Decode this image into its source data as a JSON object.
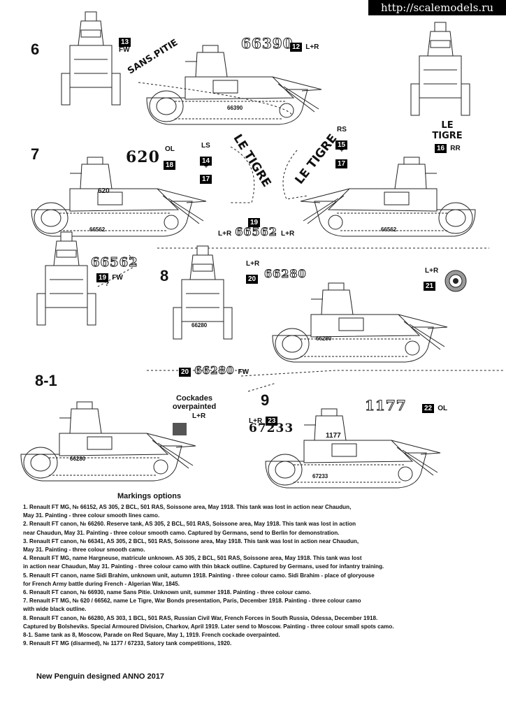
{
  "watermark": "http://scalemodels.ru",
  "sections": {
    "s6": "6",
    "s7": "7",
    "s8": "8",
    "s81": "8-1",
    "s9": "9"
  },
  "decals": {
    "d13": "13",
    "fw": "FW",
    "sans_pitie": "SANS.PITIE",
    "n66390": "66390",
    "d12": "12",
    "lr": "L+R",
    "hull_66390": "66390",
    "le_tigre": "LE TIGRE",
    "d16": "16",
    "rr": "RR",
    "n620": "620",
    "ol": "OL",
    "d18": "18",
    "ls": "LS",
    "d14": "14",
    "plus": "+",
    "d17": "17",
    "le_tigre_big": "LE TIGRE",
    "rs": "RS",
    "d15": "15",
    "d17b": "17",
    "d19": "19",
    "n66562": "66562",
    "hull_66562": "66562",
    "hull_620": "620",
    "fw_q": "?",
    "d19b": "19",
    "n66562b": "66562",
    "d20": "20",
    "n66280": "66280",
    "d21": "21",
    "hull_66280": "66280",
    "d20b": "20",
    "n66280b": "66280",
    "cockades": "Cockades overpainted",
    "d23": "23",
    "n67233": "67233",
    "n1177": "1177",
    "d22": "22",
    "hull_1177": "1177",
    "hull_67233": "67233"
  },
  "notes": {
    "heading": "Markings options",
    "lines": [
      "1. Renault FT MG, № 66152, AS 305, 2 BCL, 501 RAS, Soissone area, May 1918. This tank was lost in action near Chaudun,",
      "May 31. Painting  - three colour smooth lines camo.",
      "2. Renault FT canon, № 66260. Reserve tank, AS 305, 2 BCL, 501 RAS, Soissone area, May 1918. This tank was lost in action",
      "near Chaudun, May 31. Painting  - three colour smooth camo. Captured by Germans, send to Berlin for demonstration.",
      "3. Renault FT canon, № 66341, AS 305, 2 BCL, 501 RAS, Soissone area, May 1918. This tank was lost in action near Chaudun,",
      "May 31. Painting  - three colour smooth camo.",
      "4. Renault FT MG, name Hargneuse, matricule unknown. AS 305, 2 BCL, 501 RAS, Soissone area, May 1918. This tank was lost",
      "in action near Chaudun, May 31. Painting  - three colour camo with thin bkack outline. Captured by Germans, used for infantry training.",
      "5. Renault FT canon, name Sidi Brahim, unknown unit, autumn 1918. Painting  - three colour camo. Sidi Brahim - place of gloryouse",
      "for French Army battle during French - Algerian War, 1845.",
      "6. Renault FT canon, № 66930, name Sans Pitie. Unknown unit, summer 1918. Painting  - three colour camo.",
      "7. Renault FT MG, № 620 / 66562, name Le Tigre, War Bonds presentation, Paris, December 1918. Painting  - three colour camo",
      "with wide black outline.",
      "8. Renault FT canon, № 66280, AS 303, 1 BCL, 501 RAS, Russian Civil War, French Forces in South Russia, Odessa, December 1918.",
      "Captured by Bolsheviks. Special Armoured Division, Charkov, April 1919. Later send to Moscow. Painting - three colour small spots camo.",
      "8-1. Same tank as 8, Moscow, Parade on Red Square, May 1, 1919. French cockade overpainted.",
      "9. Renault FT MG (disarmed), № 1177 / 67233, Satory tank competitions, 1920."
    ]
  },
  "footer": "New Penguin designed ANNO 2017"
}
